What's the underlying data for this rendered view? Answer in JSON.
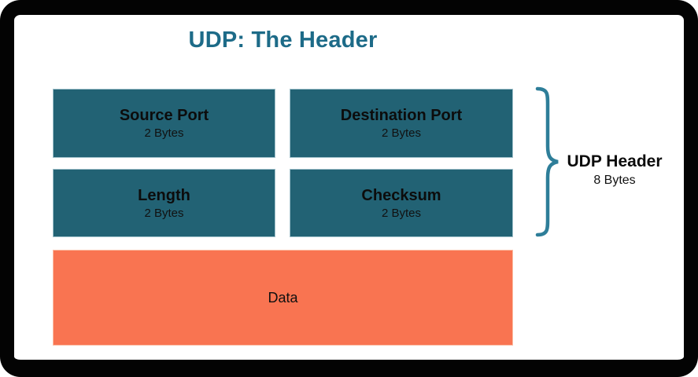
{
  "title": "UDP: The Header",
  "fields": [
    {
      "name": "Source Port",
      "size": "2 Bytes"
    },
    {
      "name": "Destination Port",
      "size": "2 Bytes"
    },
    {
      "name": "Length",
      "size": "2 Bytes"
    },
    {
      "name": "Checksum",
      "size": "2 Bytes"
    }
  ],
  "data_section": {
    "label": "Data"
  },
  "brace_label": {
    "title": "UDP Header",
    "size": "8 Bytes"
  },
  "colors": {
    "title_text": "#1d6b88",
    "field_fill": "#226274",
    "data_fill": "#f97451",
    "brace": "#2e7e99",
    "frame": "#030303"
  }
}
